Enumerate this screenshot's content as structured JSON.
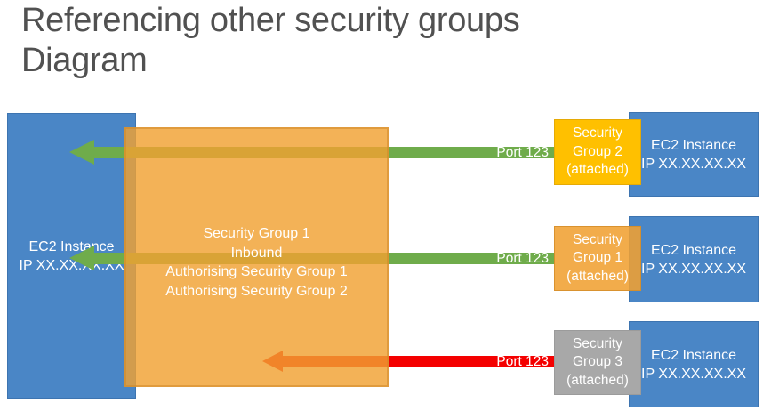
{
  "slide": {
    "title_line1": "Referencing other security groups",
    "title_line2": "Diagram"
  },
  "colors": {
    "blue": "#4A86C6",
    "blue-border": "#3D74B0",
    "orange": "#F0A132",
    "gold": "#FFC000",
    "gray": "#A8A8A8",
    "green": "#6FAC4B",
    "red": "#F40000",
    "title-gray": "#515151"
  },
  "left_instance": {
    "name": "EC2 Instance",
    "ip": "IP XX.XX.XX.XX"
  },
  "security_group_panel": {
    "line1": "Security Group 1",
    "line2": "Inbound",
    "line3": "Authorising Security Group 1",
    "line4": "Authorising Security Group 2"
  },
  "rows": [
    {
      "arrow_color": "green",
      "port_label": "Port 123",
      "sg_line1": "Security",
      "sg_line2": "Group 2",
      "sg_line3": "(attached)",
      "instance_name": "EC2 Instance",
      "instance_ip": "IP XX.XX.XX.XX"
    },
    {
      "arrow_color": "green",
      "port_label": "Port 123",
      "sg_line1": "Security",
      "sg_line2": "Group 1",
      "sg_line3": "(attached)",
      "instance_name": "EC2 Instance",
      "instance_ip": "IP XX.XX.XX.XX"
    },
    {
      "arrow_color": "red",
      "port_label": "Port 123",
      "sg_line1": "Security",
      "sg_line2": "Group 3",
      "sg_line3": "(attached)",
      "instance_name": "EC2 Instance",
      "instance_ip": "IP XX.XX.XX.XX"
    }
  ]
}
